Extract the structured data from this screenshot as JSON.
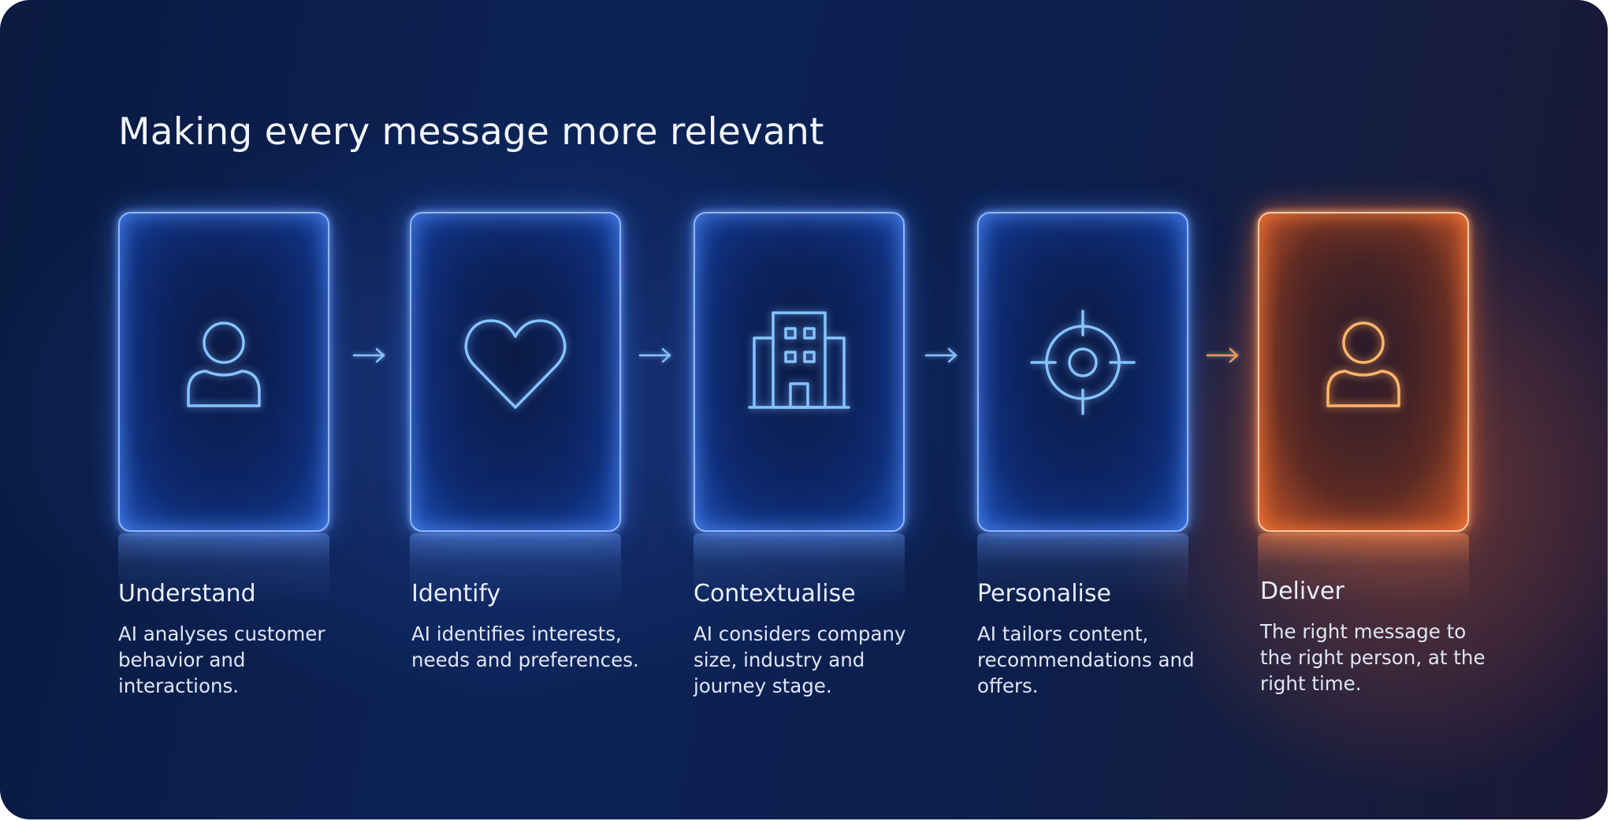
{
  "title": "Making every message more relevant",
  "steps": [
    {
      "title": "Understand",
      "description": "AI analyses customer behavior and interactions.",
      "icon": "person-icon",
      "accent": "#86c3ff"
    },
    {
      "title": "Identify",
      "description": "AI identifies interests, needs and preferences.",
      "icon": "heart-icon",
      "accent": "#86c3ff"
    },
    {
      "title": "Contextualise",
      "description": "AI considers company size, industry and journey stage.",
      "icon": "building-icon",
      "accent": "#86c3ff"
    },
    {
      "title": "Personalise",
      "description": "AI tailors content, recommendations and offers.",
      "icon": "target-icon",
      "accent": "#86c3ff"
    },
    {
      "title": "Deliver",
      "description": "The right message to the right person, at the right time.",
      "icon": "person-icon",
      "accent": "#ffb56a"
    }
  ],
  "colors": {
    "background": "#0c2357",
    "card_glow_blue": "#8fb6ff",
    "card_glow_orange": "#ffc9a1",
    "arrow_blue": "#86c3ff",
    "arrow_orange": "#ff9a45",
    "text": "#e8eefb"
  }
}
